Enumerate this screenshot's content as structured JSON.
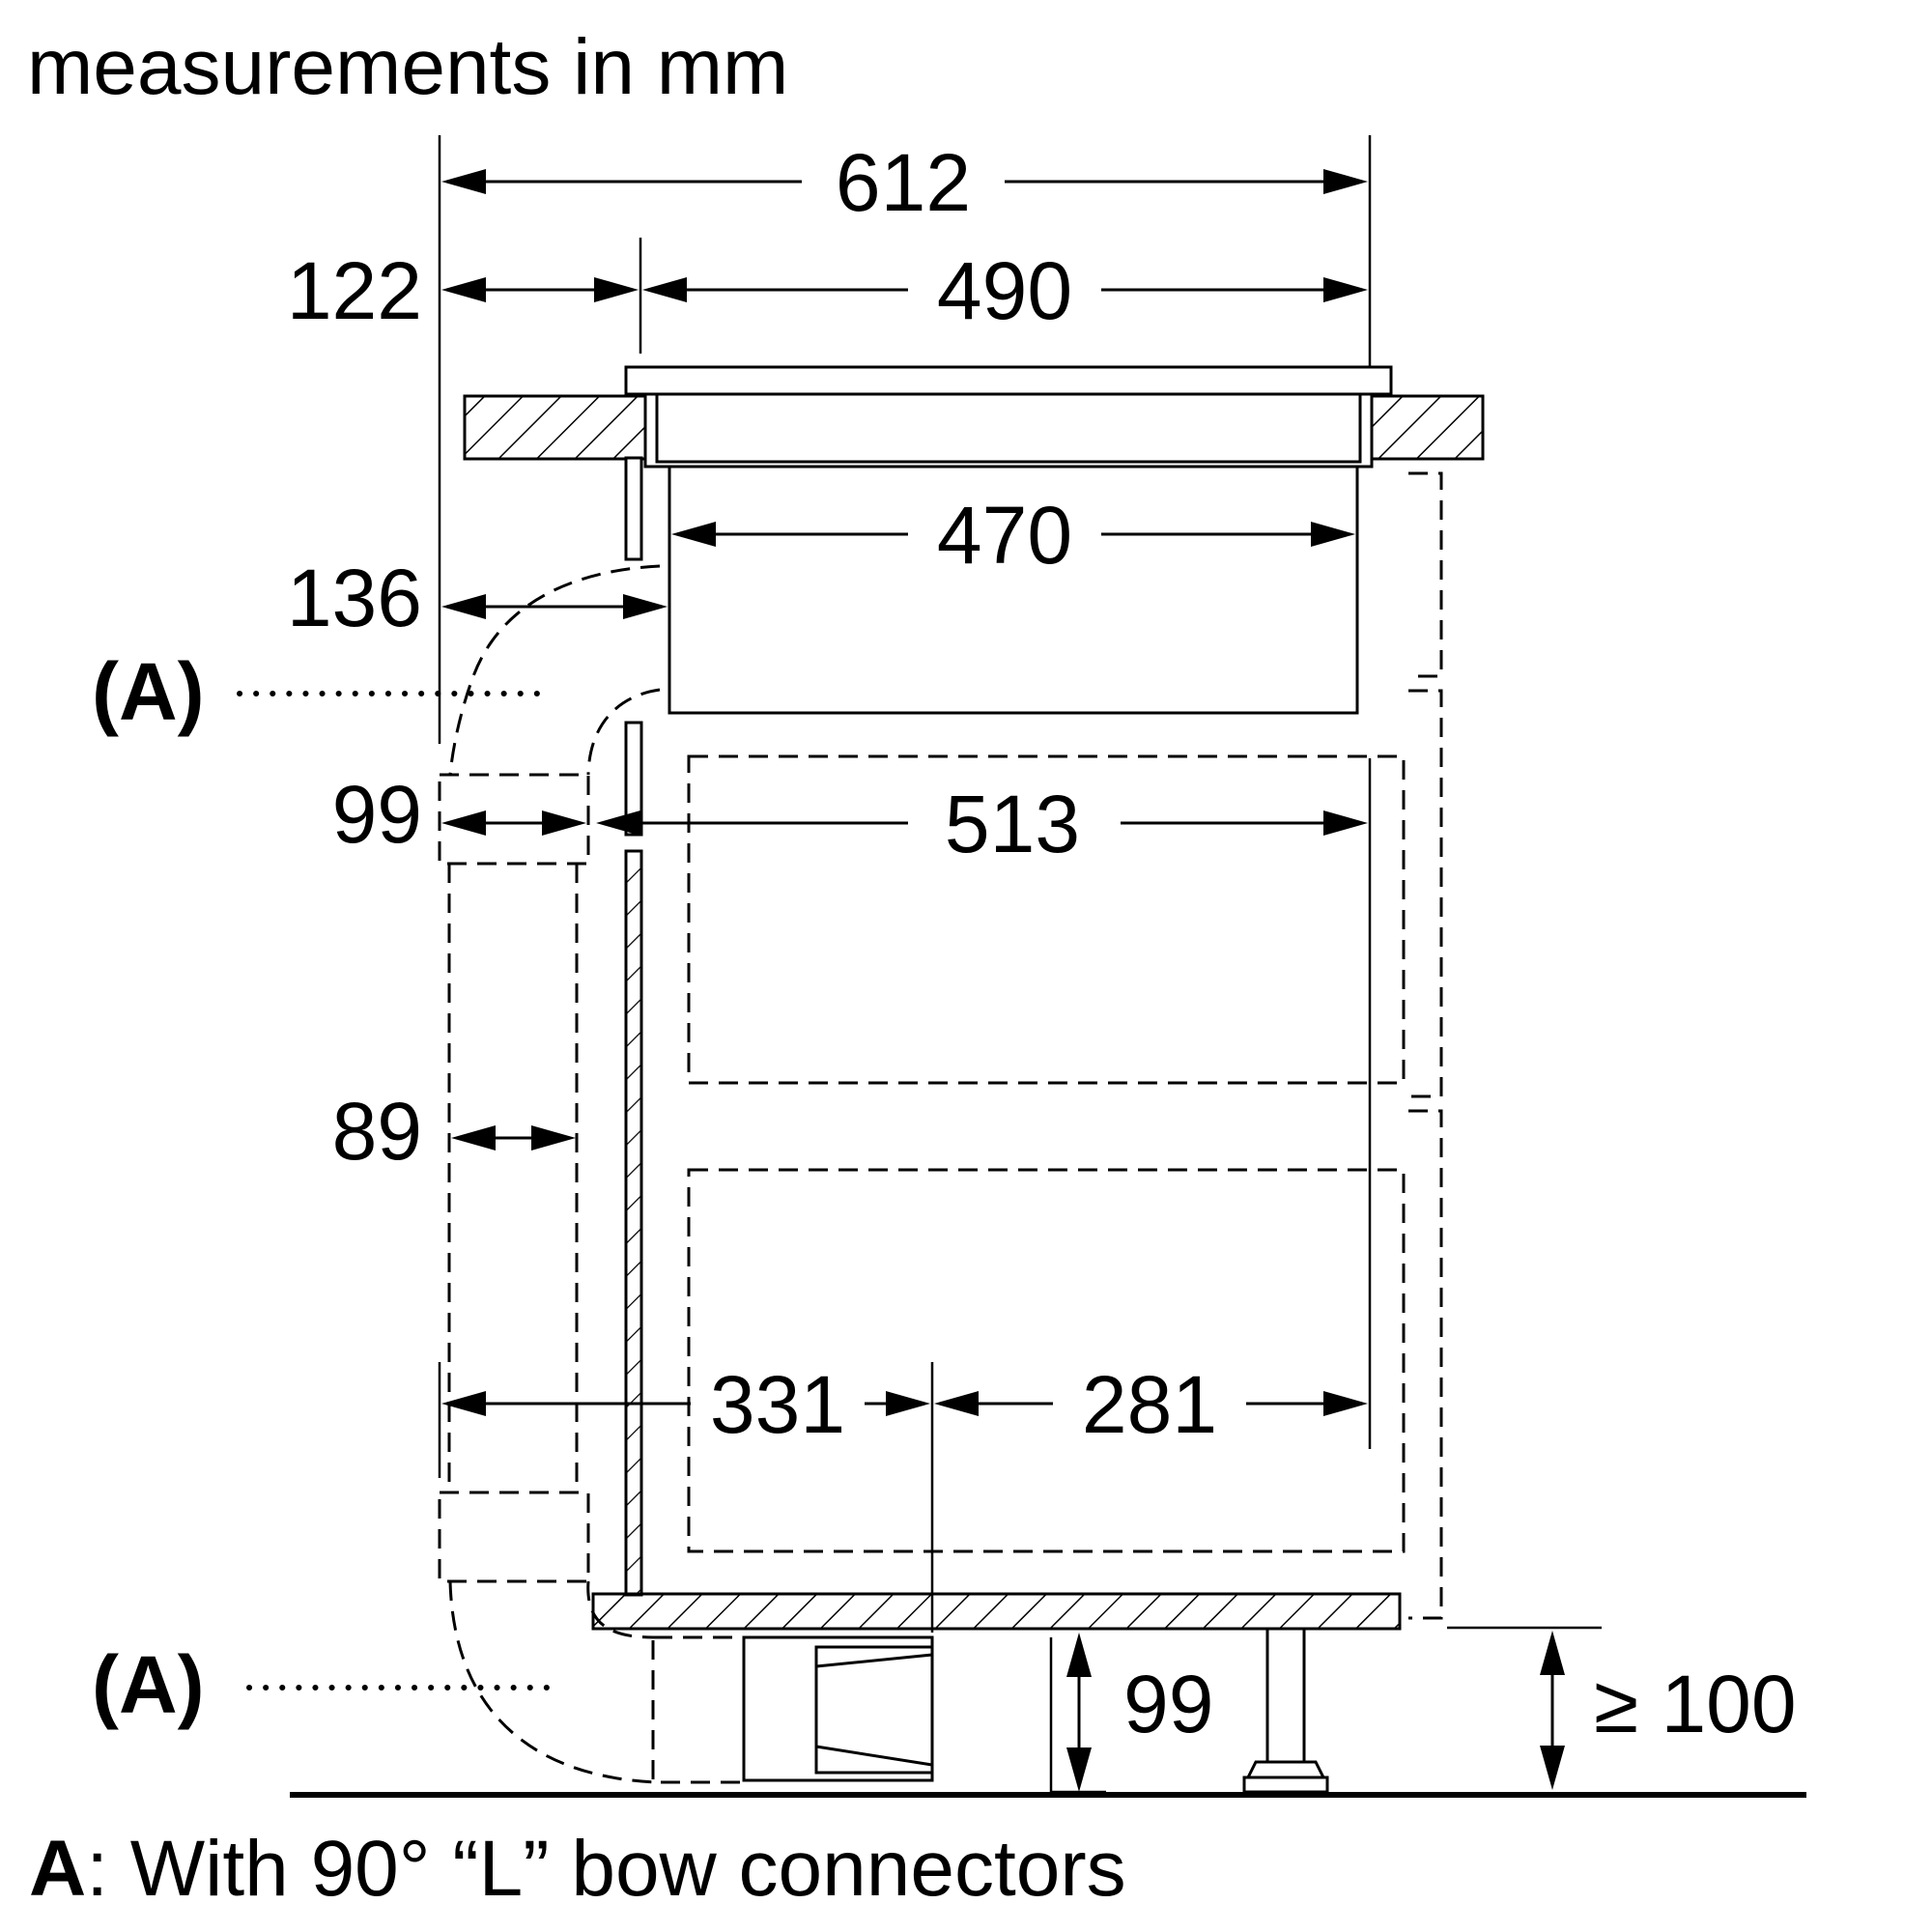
{
  "title": "measurements in mm",
  "dimensions": {
    "d612": "612",
    "d122": "122",
    "d490": "490",
    "d470": "470",
    "d136": "136",
    "d99_side": "99",
    "d513": "513",
    "d89": "89",
    "d331": "331",
    "d281": "281",
    "d99_bottom": "99",
    "d100": "≥ 100"
  },
  "callouts": {
    "upper": "(A)",
    "lower": "(A)"
  },
  "legend": {
    "key": "A",
    "text": ": With 90° “L” bow connectors"
  },
  "colors": {
    "line": "#000000",
    "background": "#ffffff"
  }
}
